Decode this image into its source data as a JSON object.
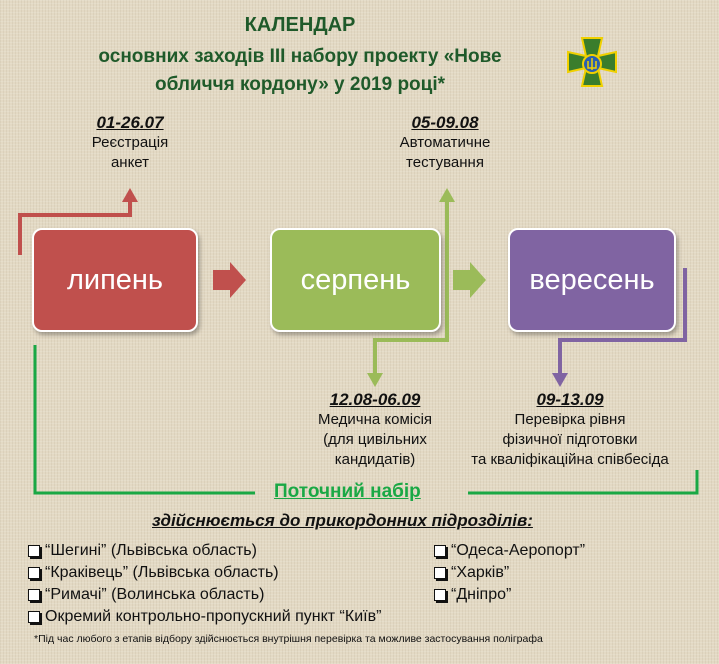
{
  "title": {
    "line1": "КАЛЕНДАР",
    "line2": "основних заходів ІІІ набору проекту «Нове",
    "line3": "обличчя кордону» у 2019 році*"
  },
  "months": [
    {
      "label": "липень",
      "color": "#c0504d"
    },
    {
      "label": "серпень",
      "color": "#9bbb59"
    },
    {
      "label": "вересень",
      "color": "#8064a2"
    }
  ],
  "events": [
    {
      "date": "01-26.07",
      "text1": "Реєстрація",
      "text2": "анкет"
    },
    {
      "date": "05-09.08",
      "text1": "Автоматичне",
      "text2": "тестування"
    },
    {
      "date": "12.08-06.09",
      "text1": "Медична комісія",
      "text2": "(для цивільних",
      "text3": "кандидатів)"
    },
    {
      "date": "09-13.09",
      "text1": "Перевірка рівня",
      "text2": "фізичної підготовки",
      "text3": "та кваліфікаційна співбесіда"
    }
  ],
  "ongoing": {
    "title": "Поточний набір",
    "subtitle": "здійснюється до  прикордонних  підрозділів:"
  },
  "units_left": [
    "“Шегині” (Львівська область)",
    "“Краківець” (Львівська область)",
    "“Римачі” (Волинська область)",
    "Окремий контрольно-пропускний пункт “Київ”"
  ],
  "units_right": [
    "“Одеса-Аеропорт”",
    "“Харків”",
    "“Дніпро”"
  ],
  "footnote": "*Під час любого з етапів відбору здійснюється  внутрішня перевірка та можливе застосування поліграфа"
}
